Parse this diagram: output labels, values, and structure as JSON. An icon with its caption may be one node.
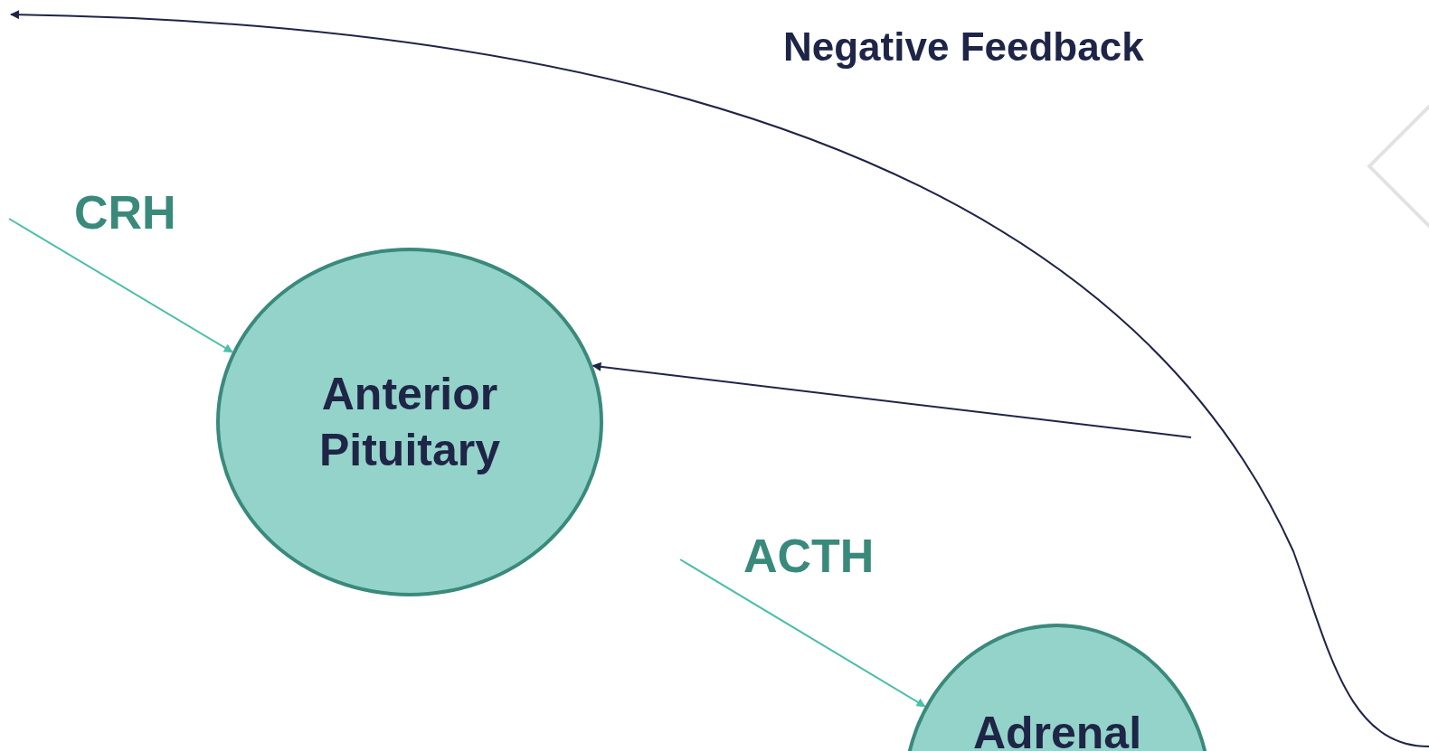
{
  "diagram": {
    "nodes": [
      {
        "text": [
          "Anterior Pituitary"
        ]
      },
      {
        "text": [
          "Adrenal"
        ]
      },
      {
        "text": [],
        "shape": "diamond"
      }
    ],
    "edges": [
      {
        "from": null,
        "to": 0,
        "arrow": "to",
        "label": "CRH",
        "color": "#4bbfa9"
      },
      {
        "from": null,
        "to": 1,
        "arrow": "to",
        "label": "ACTH",
        "color": "#4bbfa9"
      },
      {
        "from": null,
        "to": 0,
        "arrow": "to",
        "color": "#1e2547"
      }
    ],
    "labels": [
      "Negative Feedback"
    ]
  }
}
